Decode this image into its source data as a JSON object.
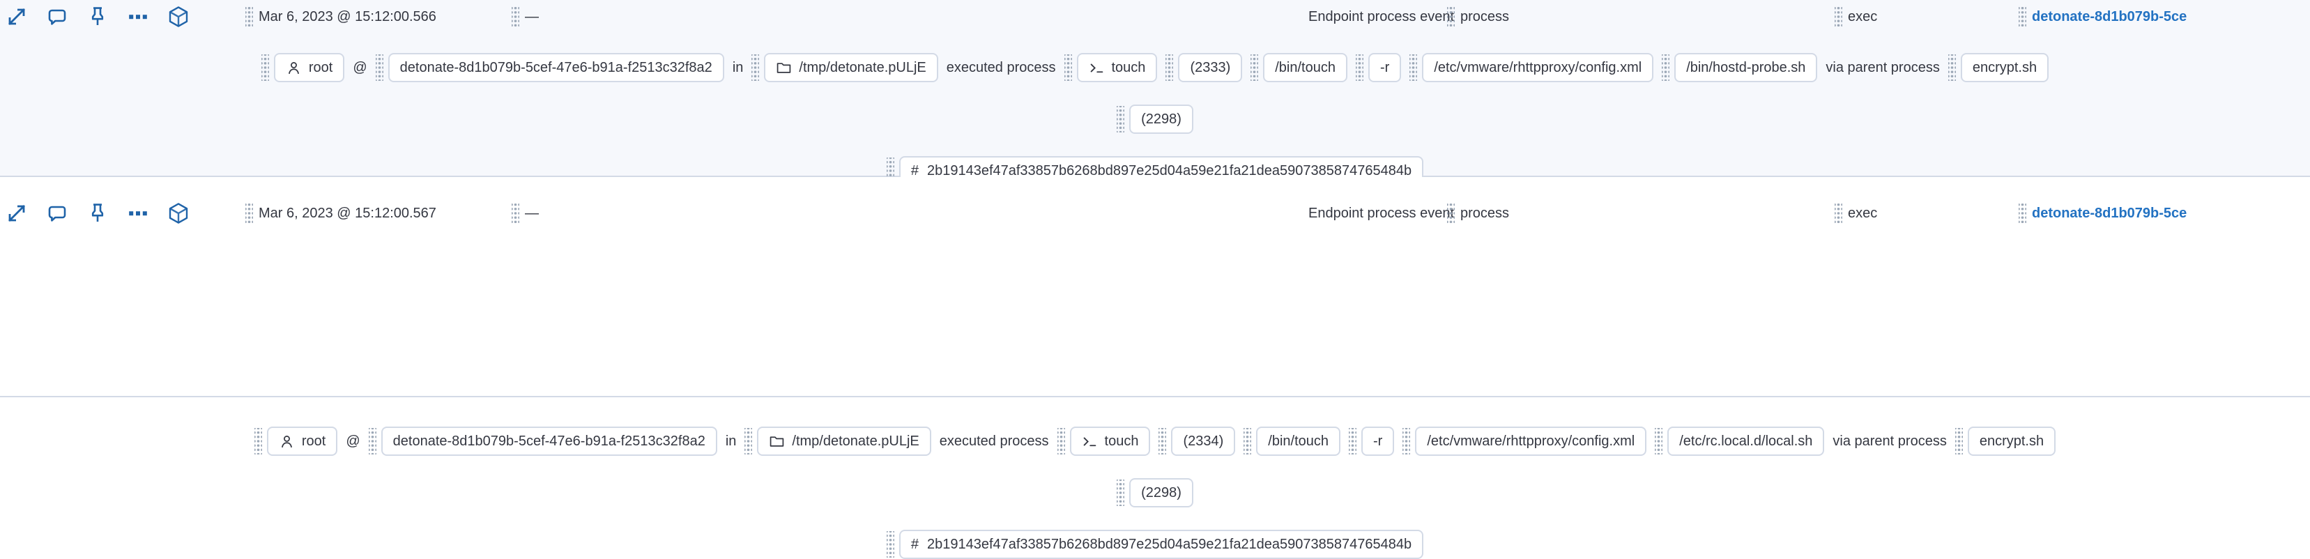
{
  "colors": {
    "row_alt_background": "#f6f8fc",
    "divider": "#d3dae6",
    "text": "#343741",
    "icon_accent": "#1f63a8",
    "link": "#2372c2"
  },
  "action_icons": [
    "expand-icon",
    "comment-icon",
    "pin-icon",
    "more-actions-icon",
    "analyze-event-icon"
  ],
  "events": [
    {
      "timestamp": "Mar 6, 2023 @ 15:12:00.566",
      "message": "—",
      "event_type": "Endpoint process event",
      "category": "process",
      "action": "exec",
      "host_link": "detonate-8d1b079b-5ce",
      "renderer": {
        "user": "root",
        "at": "@",
        "host": "detonate-8d1b079b-5cef-47e6-b91a-f2513c32f8a2",
        "in_word": "in",
        "working_dir": "/tmp/detonate.pULjE",
        "executed_label": "executed process",
        "process_name": "touch",
        "pid": "(2333)",
        "executable": "/bin/touch",
        "arg1": "-r",
        "arg2": "/etc/vmware/rhttpproxy/config.xml",
        "arg3": "/bin/hostd-probe.sh",
        "via_label": "via parent process",
        "parent_process": "encrypt.sh",
        "parent_pid": "(2298)",
        "hash_prefix": "#",
        "hash": "2b19143ef47af33857b6268bd897e25d04a59e21fa21dea5907385874765484b"
      }
    },
    {
      "timestamp": "Mar 6, 2023 @ 15:12:00.567",
      "message": "—",
      "event_type": "Endpoint process event",
      "category": "process",
      "action": "exec",
      "host_link": "detonate-8d1b079b-5ce",
      "renderer": {
        "user": "root",
        "at": "@",
        "host": "detonate-8d1b079b-5cef-47e6-b91a-f2513c32f8a2",
        "in_word": "in",
        "working_dir": "/tmp/detonate.pULjE",
        "executed_label": "executed process",
        "process_name": "touch",
        "pid": "(2334)",
        "executable": "/bin/touch",
        "arg1": "-r",
        "arg2": "/etc/vmware/rhttpproxy/config.xml",
        "arg3": "/etc/rc.local.d/local.sh",
        "via_label": "via parent process",
        "parent_process": "encrypt.sh",
        "parent_pid": "(2298)",
        "hash_prefix": "#",
        "hash": "2b19143ef47af33857b6268bd897e25d04a59e21fa21dea5907385874765484b"
      }
    }
  ]
}
